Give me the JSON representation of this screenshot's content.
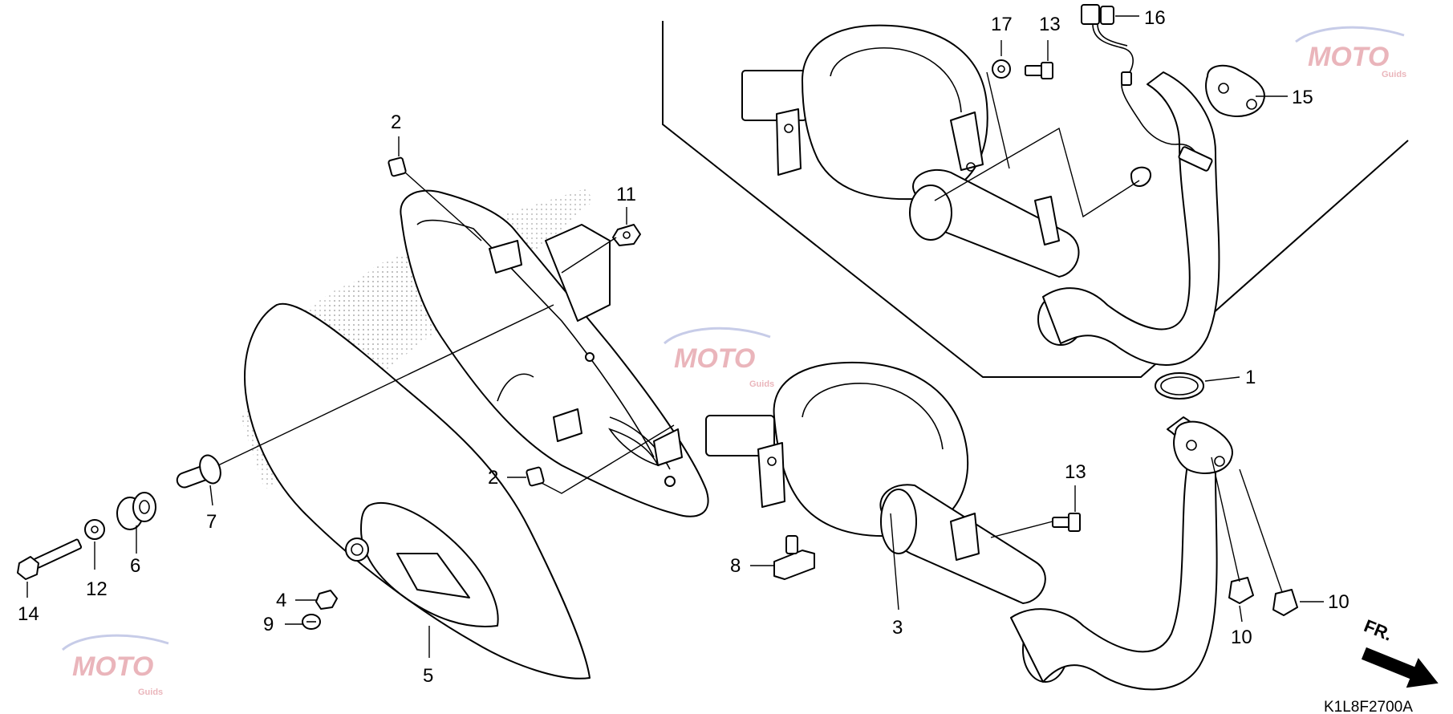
{
  "labels": {
    "p1": "1",
    "p2a": "2",
    "p2b": "2",
    "p3": "3",
    "p4": "4",
    "p5": "5",
    "p6": "6",
    "p7": "7",
    "p8": "8",
    "p9": "9",
    "p10a": "10",
    "p10b": "10",
    "p11": "11",
    "p12": "12",
    "p13a": "13",
    "p13b": "13",
    "p14": "14",
    "p15": "15",
    "p16": "16",
    "p17": "17"
  },
  "diagram_code": "K1L8F2700A",
  "direction_label": "FR.",
  "watermark": {
    "text": "MOTO",
    "sub": "Guids",
    "colors": {
      "primary": "#d97a84",
      "secondary": "#9aa3d6"
    }
  }
}
